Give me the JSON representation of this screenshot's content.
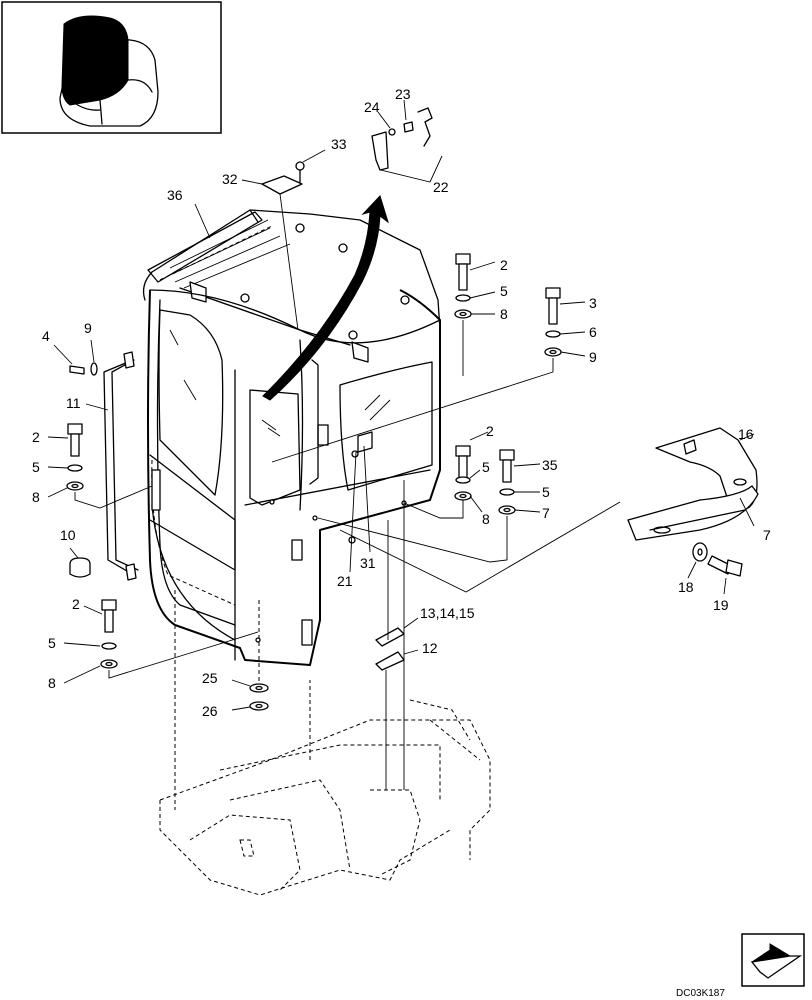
{
  "callouts": [
    {
      "id": "c1",
      "text": "36"
    },
    {
      "id": "c2",
      "text": "32"
    },
    {
      "id": "c3",
      "text": "33"
    },
    {
      "id": "c4",
      "text": "24"
    },
    {
      "id": "c5",
      "text": "23"
    },
    {
      "id": "c6",
      "text": "22"
    },
    {
      "id": "c7",
      "text": "2"
    },
    {
      "id": "c8",
      "text": "5"
    },
    {
      "id": "c9",
      "text": "8"
    },
    {
      "id": "c10",
      "text": "3"
    },
    {
      "id": "c11",
      "text": "6"
    },
    {
      "id": "c12",
      "text": "9"
    },
    {
      "id": "c13",
      "text": "4"
    },
    {
      "id": "c14",
      "text": "9"
    },
    {
      "id": "c15",
      "text": "11"
    },
    {
      "id": "c16",
      "text": "2"
    },
    {
      "id": "c17",
      "text": "5"
    },
    {
      "id": "c18",
      "text": "8"
    },
    {
      "id": "c19",
      "text": "10"
    },
    {
      "id": "c20",
      "text": "2"
    },
    {
      "id": "c21",
      "text": "5"
    },
    {
      "id": "c22",
      "text": "8"
    },
    {
      "id": "c23",
      "text": "35"
    },
    {
      "id": "c24",
      "text": "5"
    },
    {
      "id": "c25",
      "text": "7"
    },
    {
      "id": "c26",
      "text": "16"
    },
    {
      "id": "c27",
      "text": "7"
    },
    {
      "id": "c28",
      "text": "18"
    },
    {
      "id": "c29",
      "text": "19"
    },
    {
      "id": "c30",
      "text": "21"
    },
    {
      "id": "c31",
      "text": "31"
    },
    {
      "id": "c32",
      "text": "13,14,15"
    },
    {
      "id": "c33",
      "text": "12"
    },
    {
      "id": "c34",
      "text": "25"
    },
    {
      "id": "c35",
      "text": "26"
    },
    {
      "id": "c36",
      "text": "2"
    },
    {
      "id": "c37",
      "text": "5"
    },
    {
      "id": "c38",
      "text": "8"
    }
  ],
  "drawing_code": "DC03K187",
  "nav_icon": "direction-arrow-icon",
  "colors": {
    "line": "#000000",
    "background": "#ffffff"
  }
}
